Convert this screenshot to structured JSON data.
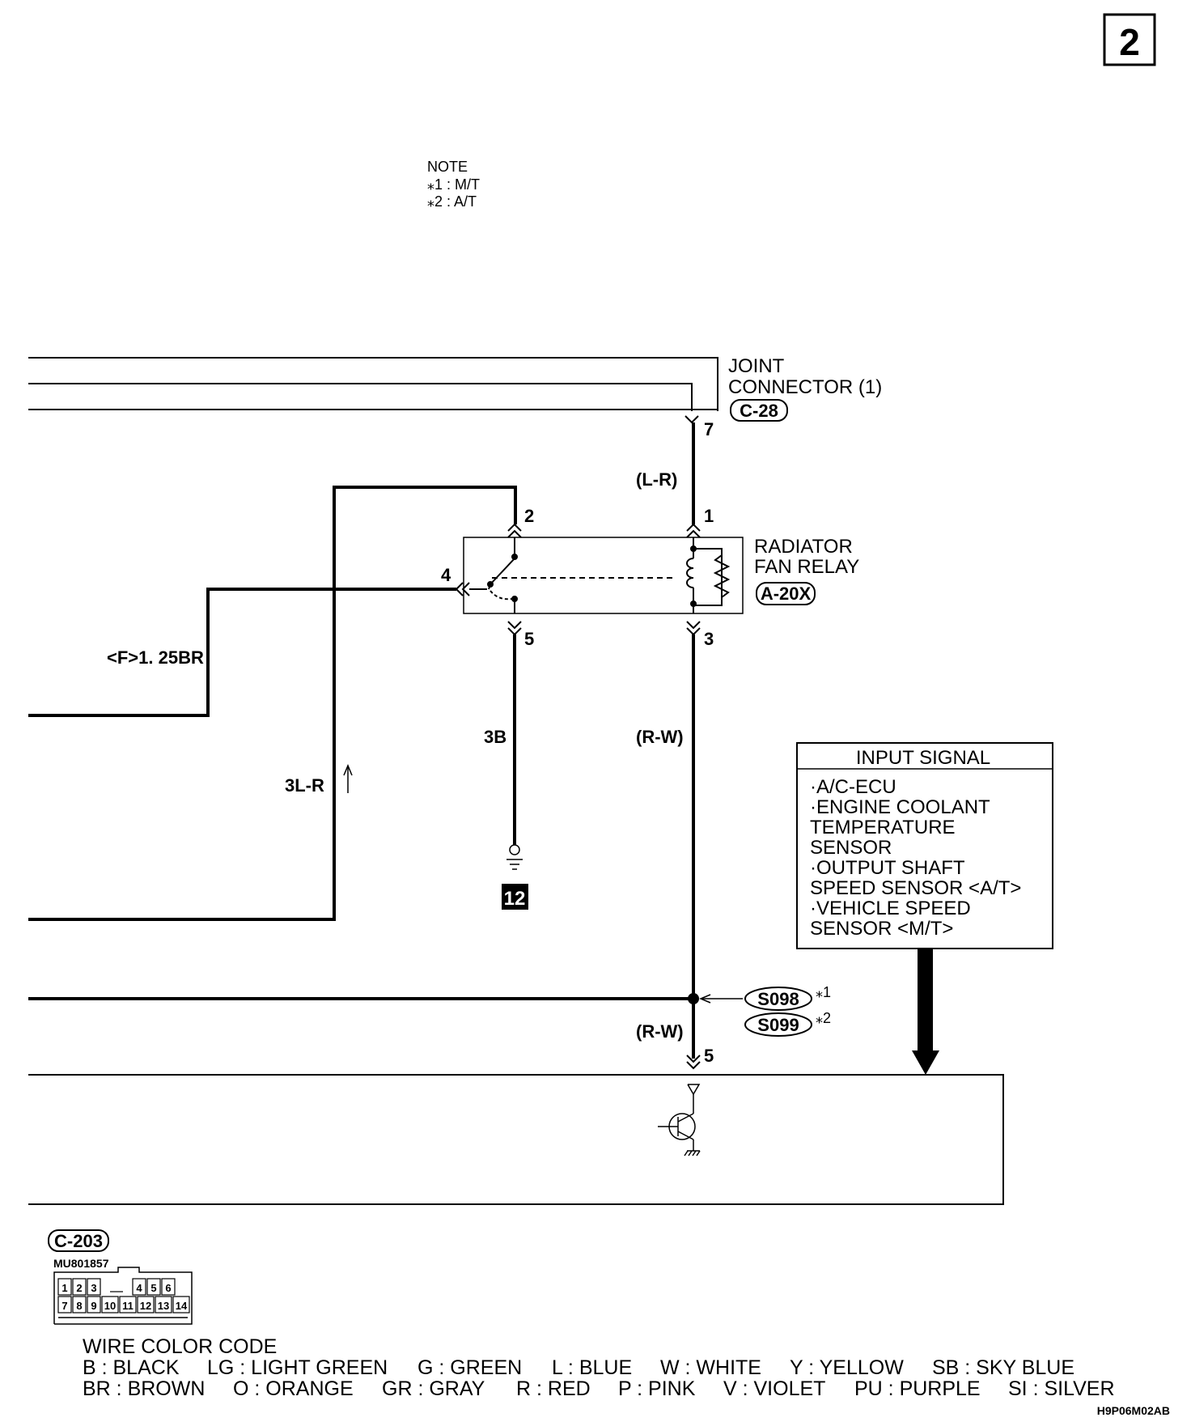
{
  "page_number": "2",
  "note": {
    "title": "NOTE",
    "items": [
      "⁎1 : M/T",
      "⁎2 : A/T"
    ]
  },
  "joint_connector": {
    "name_line1": "JOINT",
    "name_line2": "CONNECTOR (1)",
    "code": "C-28",
    "pin": "7"
  },
  "relay": {
    "name_line1": "RADIATOR",
    "name_line2": "FAN RELAY",
    "code": "A-20X",
    "pins": [
      "2",
      "1",
      "4",
      "5",
      "3"
    ]
  },
  "wires": {
    "l_r": "(L-R)",
    "r_w_upper": "(R-W)",
    "r_w_lower": "(R-W)",
    "f_br": "<F>1. 25BR",
    "b3": "3B",
    "l_r3": "3L-R"
  },
  "ground": {
    "number": "12"
  },
  "splices": [
    {
      "code": "S098",
      "mark": "⁎1"
    },
    {
      "code": "S099",
      "mark": "⁎2"
    }
  ],
  "ecu_pin": "5",
  "input_signal": {
    "title": "INPUT SIGNAL",
    "lines": [
      "·A/C-ECU",
      "·ENGINE COOLANT",
      " TEMPERATURE",
      " SENSOR",
      "·OUTPUT SHAFT",
      " SPEED SENSOR <A/T>",
      "·VEHICLE SPEED",
      " SENSOR <M/T>"
    ]
  },
  "connector_c203": {
    "code": "C-203",
    "part_no": "MU801857",
    "row1": [
      "1",
      "2",
      "3",
      "",
      "4",
      "5",
      "6"
    ],
    "row2": [
      "7",
      "8",
      "9",
      "10",
      "11",
      "12",
      "13",
      "14"
    ]
  },
  "wire_color_code": {
    "title": "WIRE COLOR CODE",
    "row1": [
      "B : BLACK",
      "LG : LIGHT GREEN",
      "G : GREEN",
      "L : BLUE",
      "W : WHITE",
      "Y : YELLOW",
      "SB : SKY BLUE"
    ],
    "row2": [
      "BR : BROWN",
      "O : ORANGE",
      "GR : GRAY",
      "R : RED",
      "P : PINK",
      "V : VIOLET",
      "PU : PURPLE",
      "SI : SILVER"
    ]
  },
  "figure_id": "H9P06M02AB"
}
